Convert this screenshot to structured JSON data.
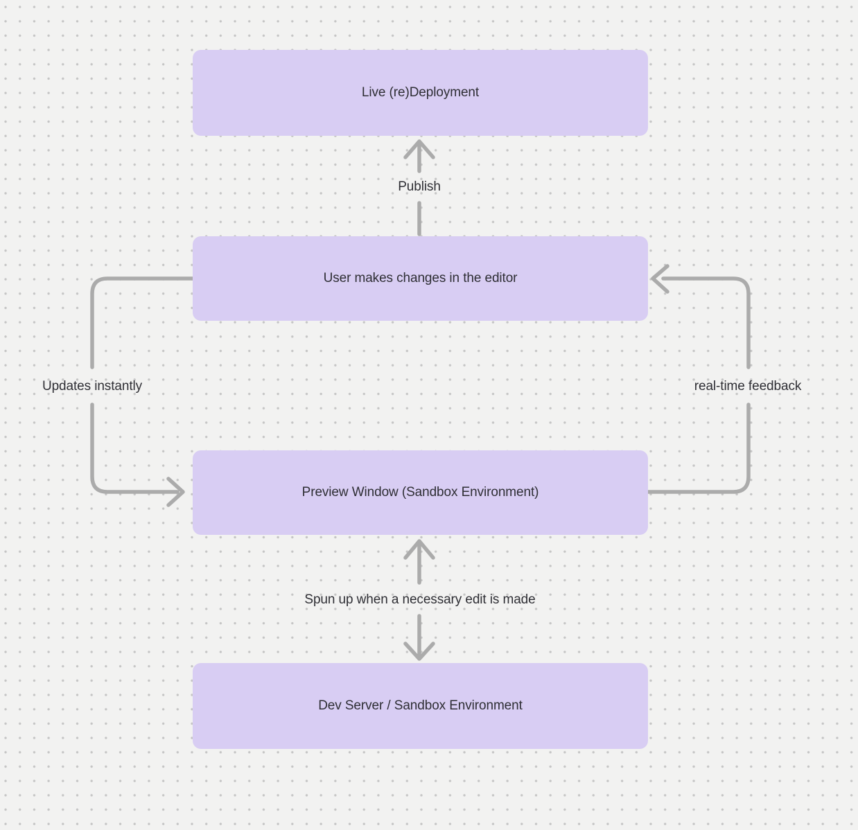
{
  "colors": {
    "canvas_background": "#f2f2f1",
    "grid_dot": "#c5c5c5",
    "node_fill": "#d8cdf3",
    "arrow": "#ababab",
    "text": "#2e2e34"
  },
  "nodes": [
    {
      "id": "live-redeployment",
      "label": "Live (re)Deployment"
    },
    {
      "id": "user-editor",
      "label": "User makes changes in the editor"
    },
    {
      "id": "preview-window",
      "label": "Preview Window (Sandbox Environment)"
    },
    {
      "id": "dev-server",
      "label": "Dev Server / Sandbox Environment"
    }
  ],
  "edges": [
    {
      "id": "publish",
      "label": "Publish",
      "from": "user-editor",
      "to": "live-redeployment",
      "arrowhead": "up"
    },
    {
      "id": "updates-instantly",
      "label": "Updates instantly",
      "from": "user-editor",
      "to": "preview-window",
      "arrowhead": "right"
    },
    {
      "id": "real-time-feedback",
      "label": "real-time feedback",
      "from": "preview-window",
      "to": "user-editor",
      "arrowhead": "left"
    },
    {
      "id": "spun-up",
      "label": "Spun up when a necessary edit is made",
      "from": "preview-window",
      "to": "dev-server",
      "arrowhead": "both"
    }
  ]
}
